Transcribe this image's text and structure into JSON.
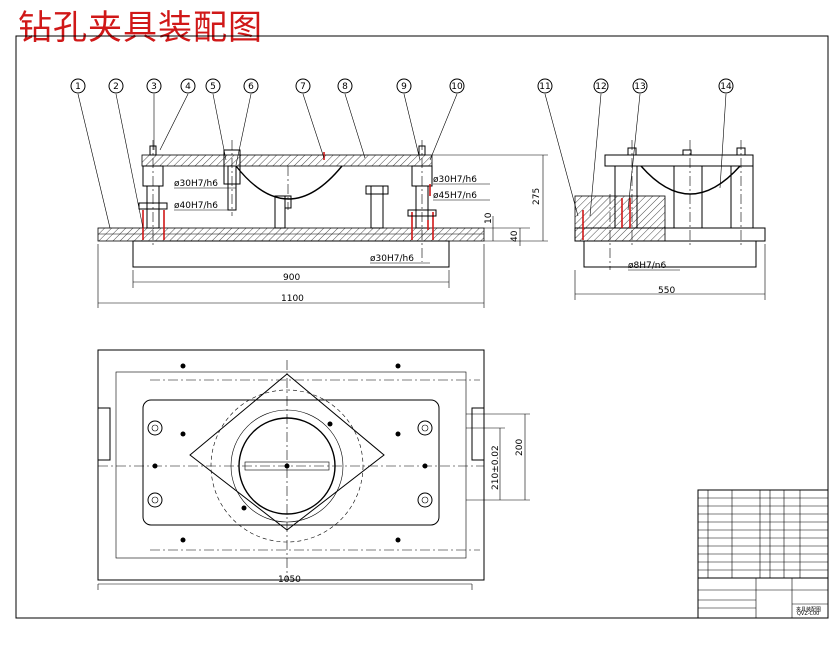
{
  "title": "钻孔夹具装配图",
  "balloons": [
    "1",
    "2",
    "3",
    "4",
    "5",
    "6",
    "7",
    "8",
    "9",
    "10",
    "11",
    "12",
    "13",
    "14"
  ],
  "dims": {
    "d30_a": "ø30H7/h6",
    "d40": "ø40H7/h6",
    "d30_b": "ø30H7/h6",
    "d45": "ø45H7/n6",
    "d30_c": "ø30H7/h6",
    "d8": "ø8H7/n6",
    "w900": "900",
    "w1100": "1100",
    "w550": "550",
    "w1050": "1050",
    "h275": "275",
    "h10": "10",
    "h40": "40",
    "h200": "200",
    "h210": "210±0.02"
  },
  "title_block": {
    "name": "夹具装配图",
    "code": "QVZ-C00"
  }
}
